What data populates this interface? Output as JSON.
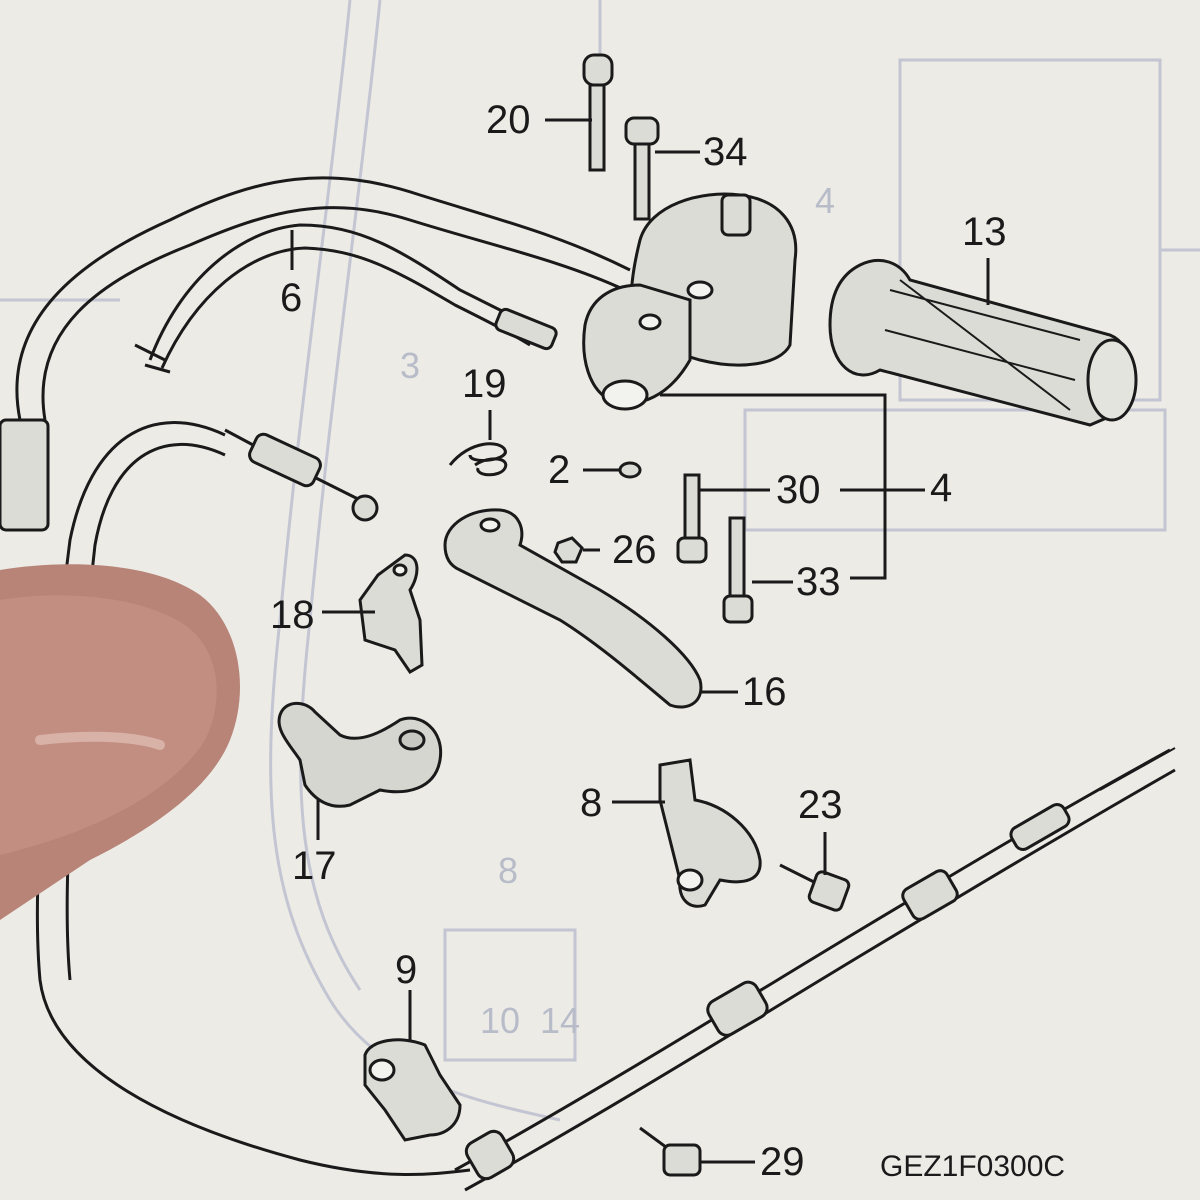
{
  "diagram": {
    "callouts": [
      {
        "id": "20"
      },
      {
        "id": "34"
      },
      {
        "id": "13"
      },
      {
        "id": "6"
      },
      {
        "id": "19"
      },
      {
        "id": "2"
      },
      {
        "id": "30"
      },
      {
        "id": "4"
      },
      {
        "id": "26"
      },
      {
        "id": "33"
      },
      {
        "id": "18"
      },
      {
        "id": "16"
      },
      {
        "id": "17"
      },
      {
        "id": "8"
      },
      {
        "id": "23"
      },
      {
        "id": "9"
      },
      {
        "id": "29"
      }
    ],
    "background_marks": [
      "4",
      "3",
      "8",
      "10",
      "14"
    ],
    "diagram_code": "GEZ1F0300C"
  },
  "colors": {
    "paper": "#ecebe6",
    "ink": "#1a1a1a",
    "ghost_lines": "#b8bcc9",
    "finger_skin": "#b88478"
  }
}
